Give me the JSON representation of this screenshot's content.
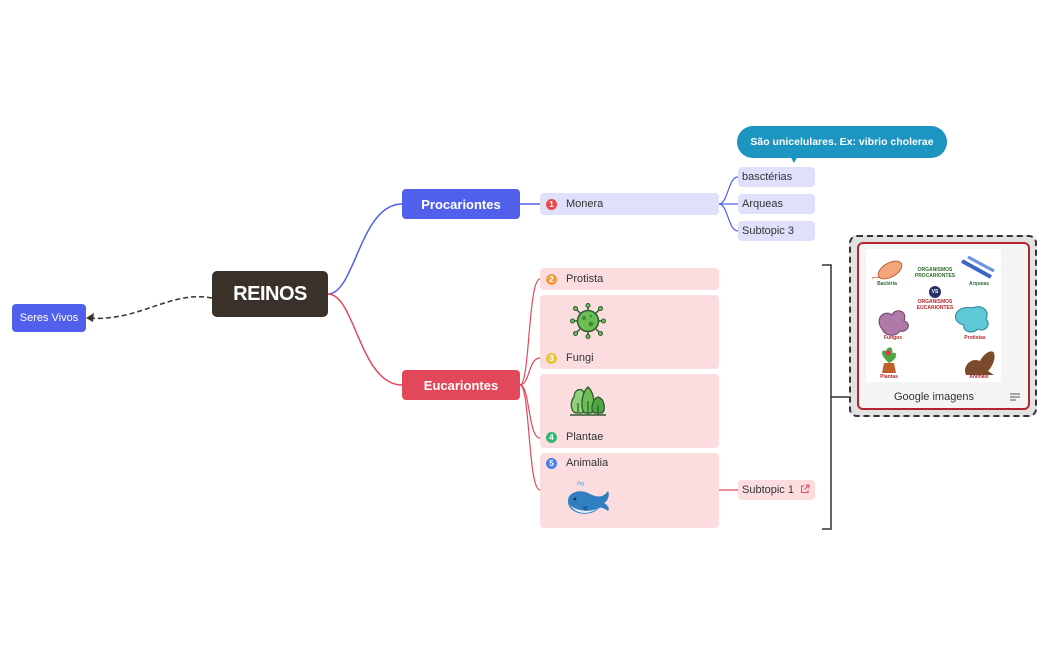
{
  "root": {
    "label": "REINOS"
  },
  "floating": {
    "label": "Seres Vivos"
  },
  "procariontes": {
    "label": "Procariontes",
    "color": "#5160ec",
    "monera": {
      "number": "1",
      "label": "Monera"
    },
    "leaves": [
      "basctérias",
      "Arqueas",
      "Subtopic 3"
    ],
    "callout": "São unicelulares. Ex: vibrio cholerae"
  },
  "eucariontes": {
    "label": "Eucariontes",
    "color": "#e3475a",
    "items": [
      {
        "number": "2",
        "label": "Protista",
        "icon": "none"
      },
      {
        "number": "3",
        "label": "Fungi",
        "icon": "virus-icon"
      },
      {
        "number": "4",
        "label": "Plantae",
        "icon": "trees-icon"
      },
      {
        "number": "5",
        "label": "Animalia",
        "icon": "whale-icon"
      }
    ],
    "subtopic": {
      "label": "Subtopic 1",
      "icon": "external-link-icon"
    }
  },
  "image_card": {
    "caption": "Google imagens",
    "picture_text": {
      "bacteria": "Bactéria",
      "arqueas": "Arqueas",
      "procariontes": "ORGANISMOS PROCARIONTES",
      "vs": "VS",
      "eucariontes": "ORGANISMOS EUCARIONTES",
      "fungos": "Fungos",
      "protistas": "Protistas",
      "plantas": "Plantas",
      "animais": "Animais"
    }
  },
  "colors": {
    "root": "#3a322a",
    "blue": "#5160ec",
    "red": "#e3475a",
    "callout": "#1c95c1",
    "number_colors": [
      "#e84a4a",
      "#f19b3d",
      "#e8c53c",
      "#33b871",
      "#4a7de8"
    ]
  }
}
